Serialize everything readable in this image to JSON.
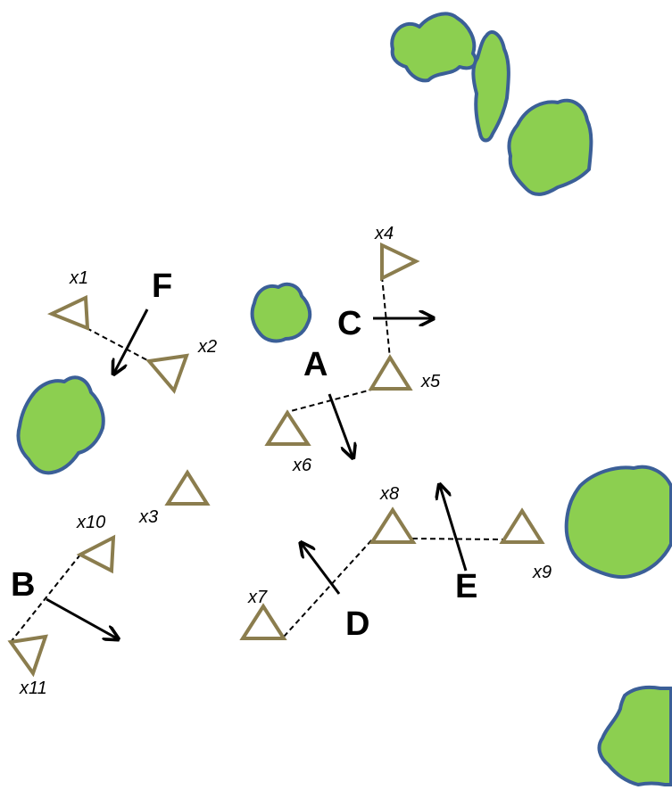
{
  "stations": [
    "x1",
    "x2",
    "x3",
    "x4",
    "x5",
    "x6",
    "x7",
    "x8",
    "x9",
    "x10",
    "x11"
  ],
  "pairs": [
    "A",
    "B",
    "C",
    "D",
    "E",
    "F"
  ],
  "colors": {
    "island_fill": "#8ccf50",
    "island_stroke": "#3b5f97",
    "station": "#8b7d4e",
    "line": "#000000"
  }
}
